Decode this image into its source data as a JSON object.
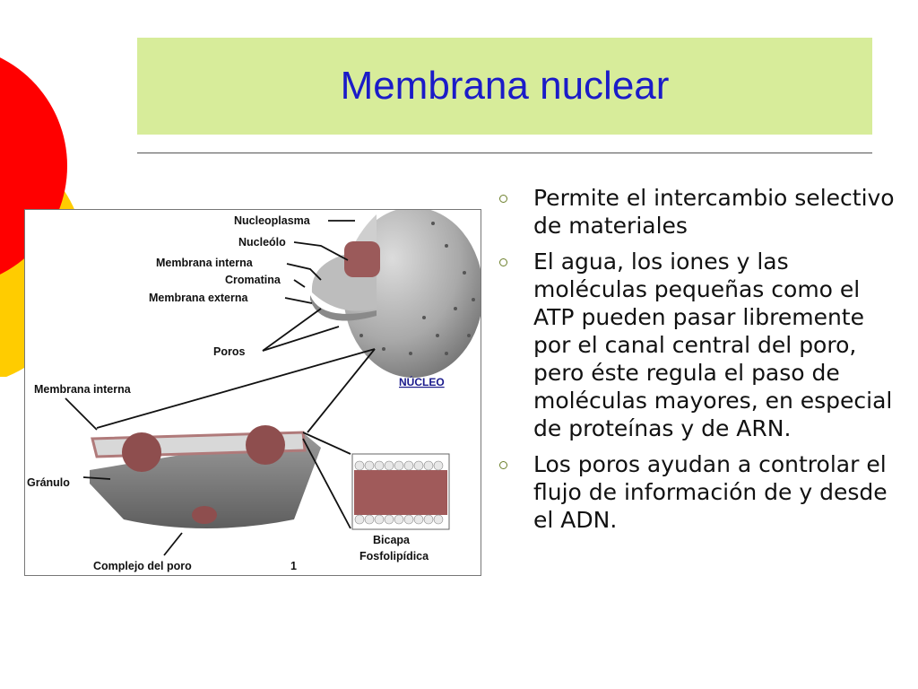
{
  "slide": {
    "title": "Membrana nuclear",
    "colors": {
      "title_text": "#1b1bc8",
      "title_background": "#d7ec9a",
      "decor_red": "#ff0000",
      "decor_yellow": "#ffcc00",
      "bullet": "#6b7f2a"
    }
  },
  "figure": {
    "labels": {
      "nucleoplasma": "Nucleoplasma",
      "nucleolo": "Nucleólo",
      "membrana_interna_top": "Membrana interna",
      "cromatina": "Cromatina",
      "membrana_externa": "Membrana externa",
      "poros": "Poros",
      "nucleo": "NÚCLEO",
      "membrana_interna_left": "Membrana interna",
      "granulo": "Gránulo",
      "bicapa_1": "Bicapa",
      "bicapa_2": "Fosfolipídica",
      "complejo": "Complejo del poro",
      "figure_number": "1"
    }
  },
  "bullets": [
    {
      "text": "Permite el intercambio selectivo de materiales"
    },
    {
      "text": "El agua, los iones y las moléculas pequeñas como el ATP pueden pasar libremente por el canal central del poro, pero éste regula el paso de moléculas mayores, en especial de proteínas y de ARN."
    },
    {
      "text": "Los poros ayudan a controlar el flujo de información de y desde el ADN."
    }
  ],
  "icons": {
    "bullet": "hollow-circle-bullet-icon"
  }
}
